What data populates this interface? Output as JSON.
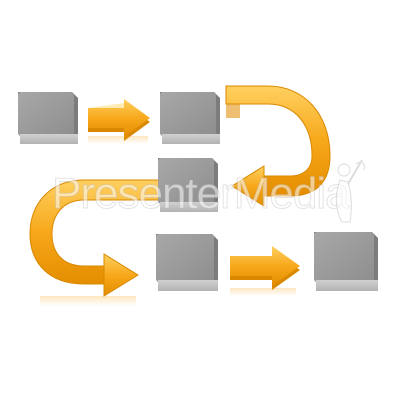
{
  "diagram": {
    "kind": "serpentine process flow",
    "blocks": [
      {
        "id": "block-1",
        "row": 1,
        "col": 1
      },
      {
        "id": "block-2",
        "row": 1,
        "col": 2
      },
      {
        "id": "block-3",
        "row": 2,
        "col": 2
      },
      {
        "id": "block-4",
        "row": 3,
        "col": 2
      },
      {
        "id": "block-5",
        "row": 3,
        "col": 3
      }
    ],
    "connectors": [
      {
        "id": "arrow-1-2",
        "from": "block-1",
        "to": "block-2",
        "shape": "straight"
      },
      {
        "id": "arrow-2-3",
        "from": "block-2",
        "to": "block-3",
        "shape": "u-turn"
      },
      {
        "id": "arrow-3-4",
        "from": "block-3",
        "to": "block-4",
        "shape": "u-turn"
      },
      {
        "id": "arrow-4-5",
        "from": "block-4",
        "to": "block-5",
        "shape": "straight"
      }
    ],
    "colors": {
      "block_top": "#9a9a9a",
      "block_front": "#bdbdbd",
      "block_side": "#7c7c7c",
      "arrow_light": "#ffcc55",
      "arrow_main": "#f7a81b",
      "arrow_dark": "#e08a00"
    }
  },
  "watermark": {
    "text": "PresenterMedia",
    "icon": "presenter-figure-icon"
  }
}
